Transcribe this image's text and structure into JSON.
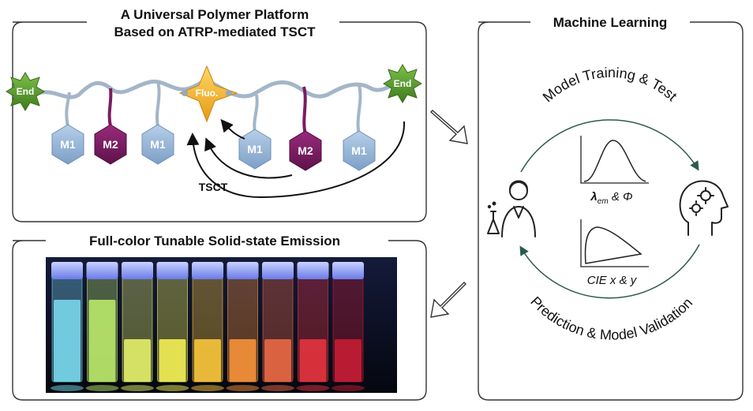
{
  "polymer_panel": {
    "title_line1": "A Universal Polymer Platform",
    "title_line2": "Based on ATRP-mediated TSCT",
    "end_label": "End",
    "fluo_label": "Fluo.",
    "monomers": [
      "M1",
      "M2",
      "M1",
      "M1",
      "M2",
      "M1"
    ],
    "tsct_label": "TSCT",
    "colors": {
      "m1": "#8fb0d6",
      "m2": "#7b1c61",
      "end": "#5b9a2e",
      "fluo": "#f2b93a",
      "backbone": "#a9bccd"
    }
  },
  "emission_panel": {
    "title": "Full-color Tunable Solid-state Emission",
    "vial_colors": [
      "#79d7ec",
      "#b9e86a",
      "#e3ef6a",
      "#f2f055",
      "#f7c53c",
      "#f6923a",
      "#e96845",
      "#e4343e",
      "#c51e34"
    ]
  },
  "ml_panel": {
    "title": "Machine Learning",
    "top_arc": "Model Training & Test",
    "bottom_arc": "Prediction & Model Validation",
    "spectrum_label_prefix": "λ",
    "spectrum_label_sub": "em",
    "spectrum_label_suffix": " & Φ",
    "cie_label": "CIE x & y"
  }
}
